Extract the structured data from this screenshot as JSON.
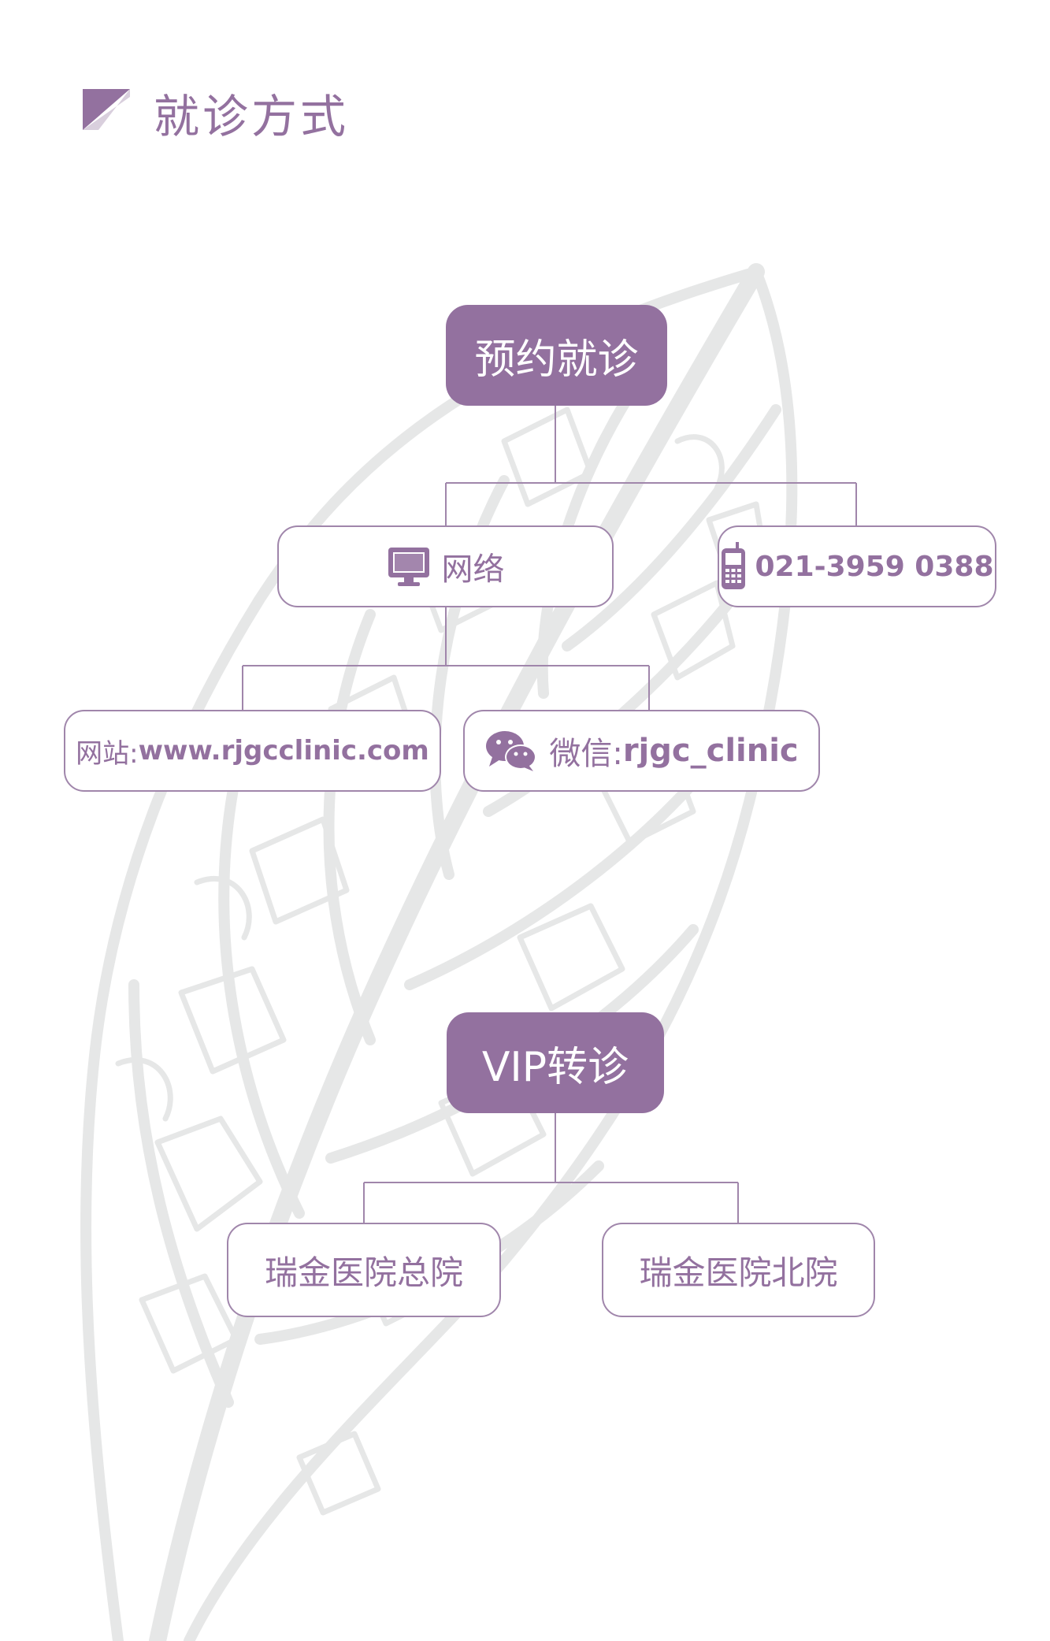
{
  "header": {
    "title": "就诊方式"
  },
  "appointment": {
    "title": "预约就诊",
    "network_label": "网络",
    "phone_number": "021-3959 0388",
    "website_prefix": "网站:",
    "website_url": "www.rjgcclinic.com",
    "wechat_prefix": "微信:",
    "wechat_id": "rjgc_clinic"
  },
  "vip": {
    "title": "VIP转诊",
    "main_hospital": "瑞金医院总院",
    "north_hospital": "瑞金医院北院"
  },
  "icons": {
    "monitor": "monitor-icon",
    "phone": "mobile-phone-icon",
    "wechat": "wechat-icon"
  },
  "colors": {
    "accent": "#93719f",
    "border": "#a086ab",
    "leaf": "#e6e7e7"
  }
}
